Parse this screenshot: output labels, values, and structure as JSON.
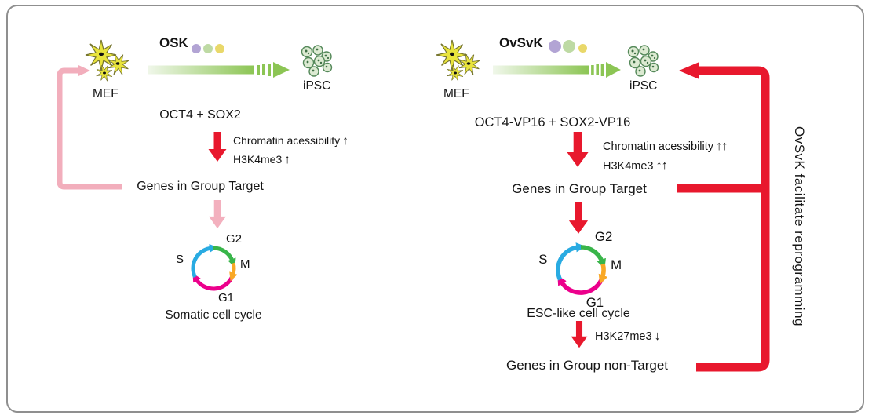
{
  "figure": {
    "left": {
      "mef_label": "MEF",
      "factors_abbr": "OSK",
      "ipsc_label": "iPSC",
      "factors_full": "OCT4 + SOX2",
      "effect1_text": "Chromatin acessibility",
      "effect1_arrows": "↑",
      "effect2_text": "H3K4me3",
      "effect2_arrows": "↑",
      "genes_target": "Genes in Group Target",
      "cycle": {
        "s": "S",
        "g2": "G2",
        "m": "M",
        "g1": "G1"
      },
      "cycle_caption": "Somatic cell cycle"
    },
    "right": {
      "mef_label": "MEF",
      "factors_abbr": "OvSvK",
      "ipsc_label": "iPSC",
      "factors_full": "OCT4-VP16 + SOX2-VP16",
      "effect1_text": "Chromatin acessibility",
      "effect1_arrows": "↑↑",
      "effect2_text": "H3K4me3",
      "effect2_arrows": "↑↑",
      "genes_target": "Genes in Group Target",
      "cycle": {
        "s": "S",
        "g2": "G2",
        "m": "M",
        "g1": "G1"
      },
      "cycle_caption": "ESC-like cell cycle",
      "effect3_text": "H3K27me3",
      "effect3_arrows": "↓",
      "genes_nontarget": "Genes in Group non-Target",
      "feedback_label": "OvSvK facilitate reprogramming"
    },
    "colors": {
      "red": "#e8182d",
      "pink": "#f2aebc",
      "green_arrow": "#8cc554",
      "cycle_s_cyan": "#29abe2",
      "cycle_g2_green": "#39b54a",
      "cycle_m_yellow": "#f9a825",
      "cycle_g1_magenta": "#ec008c",
      "mef_yellow": "#e9e43c",
      "ipsc_green": "#dcead2",
      "dot_purple": "#b2a4d4",
      "dot_green": "#bedaa4",
      "dot_yellow": "#e9d86a"
    }
  }
}
